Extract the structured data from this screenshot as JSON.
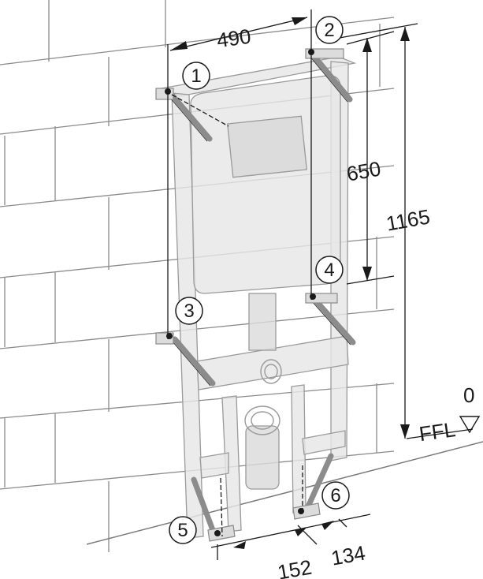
{
  "dimensions": {
    "width_top": "490",
    "height_upper": "650",
    "height_total": "1165",
    "floor_zero": "0",
    "floor_label": "FFL",
    "foot_left": "152",
    "foot_right": "134"
  },
  "markers": [
    {
      "number": "1"
    },
    {
      "number": "2"
    },
    {
      "number": "3"
    },
    {
      "number": "4"
    },
    {
      "number": "5"
    },
    {
      "number": "6"
    }
  ],
  "colors": {
    "frame_fill": "#e6e6e6",
    "frame_stroke": "#9a9a9a",
    "wall_line": "#7a7a7a",
    "ink": "#1a1a1a",
    "rod": "#8c8c8c"
  }
}
